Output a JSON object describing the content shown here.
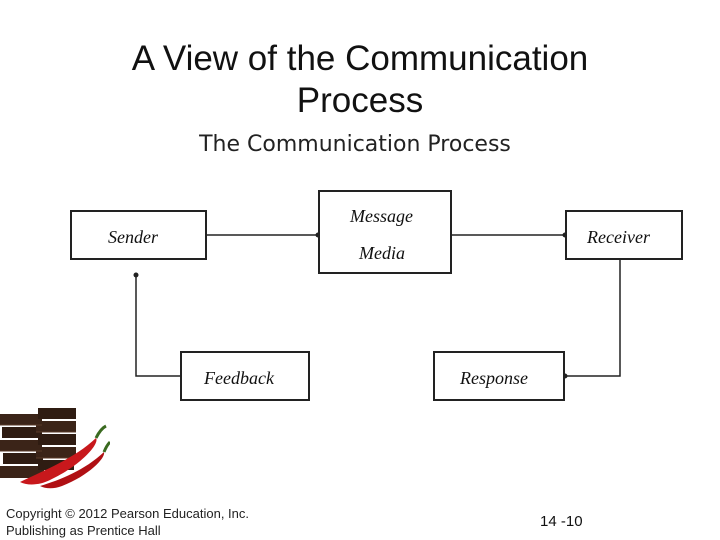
{
  "slide": {
    "title_line1": "A View of the Communication",
    "title_line2": "Process",
    "subtitle": "The Communication Process"
  },
  "diagram": {
    "sender": "Sender",
    "message": "Message",
    "media": "Media",
    "receiver": "Receiver",
    "feedback": "Feedback",
    "response": "Response"
  },
  "footer": {
    "copyright_line1": "Copyright © 2012 Pearson Education, Inc.",
    "copyright_line2": "Publishing as Prentice Hall",
    "page_number": "14 -10"
  },
  "colors": {
    "line": "#222222",
    "chocolate": "#3b2418",
    "pepper": "#c8181c"
  }
}
